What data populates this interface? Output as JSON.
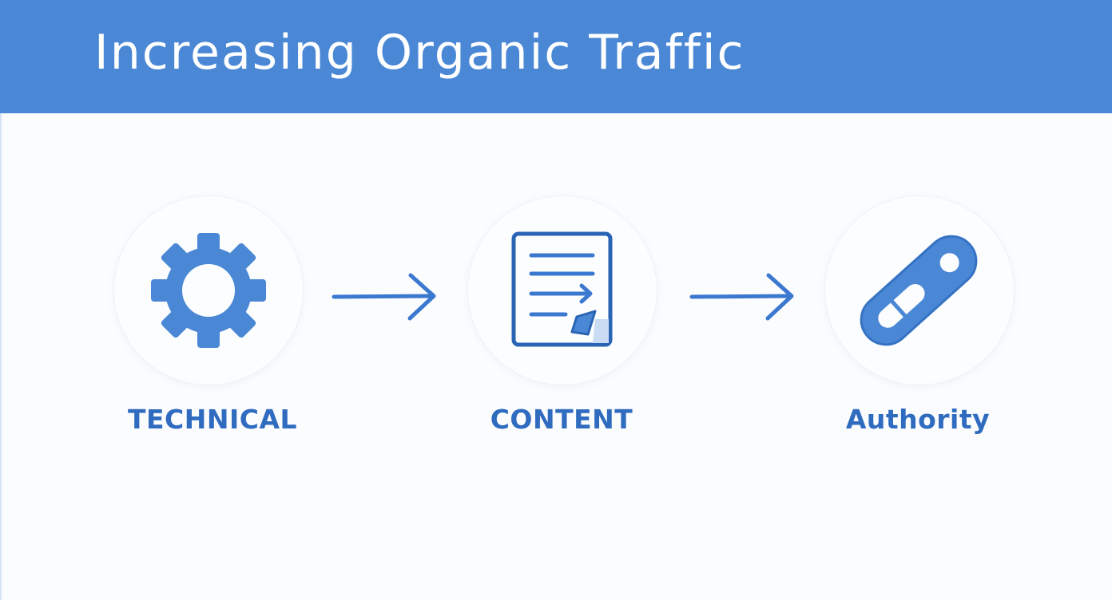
{
  "header": {
    "title": "Increasing Organic Traffic"
  },
  "steps": [
    {
      "label": "TECHNICAL",
      "icon": "gear-icon"
    },
    {
      "label": "CONTENT",
      "icon": "document-icon"
    },
    {
      "label": "Authority",
      "icon": "link-icon"
    }
  ],
  "colors": {
    "header_bg": "#4a88d6",
    "accent": "#3b78cf",
    "label_text": "#2f6bbf",
    "background": "#fbfcfe"
  }
}
